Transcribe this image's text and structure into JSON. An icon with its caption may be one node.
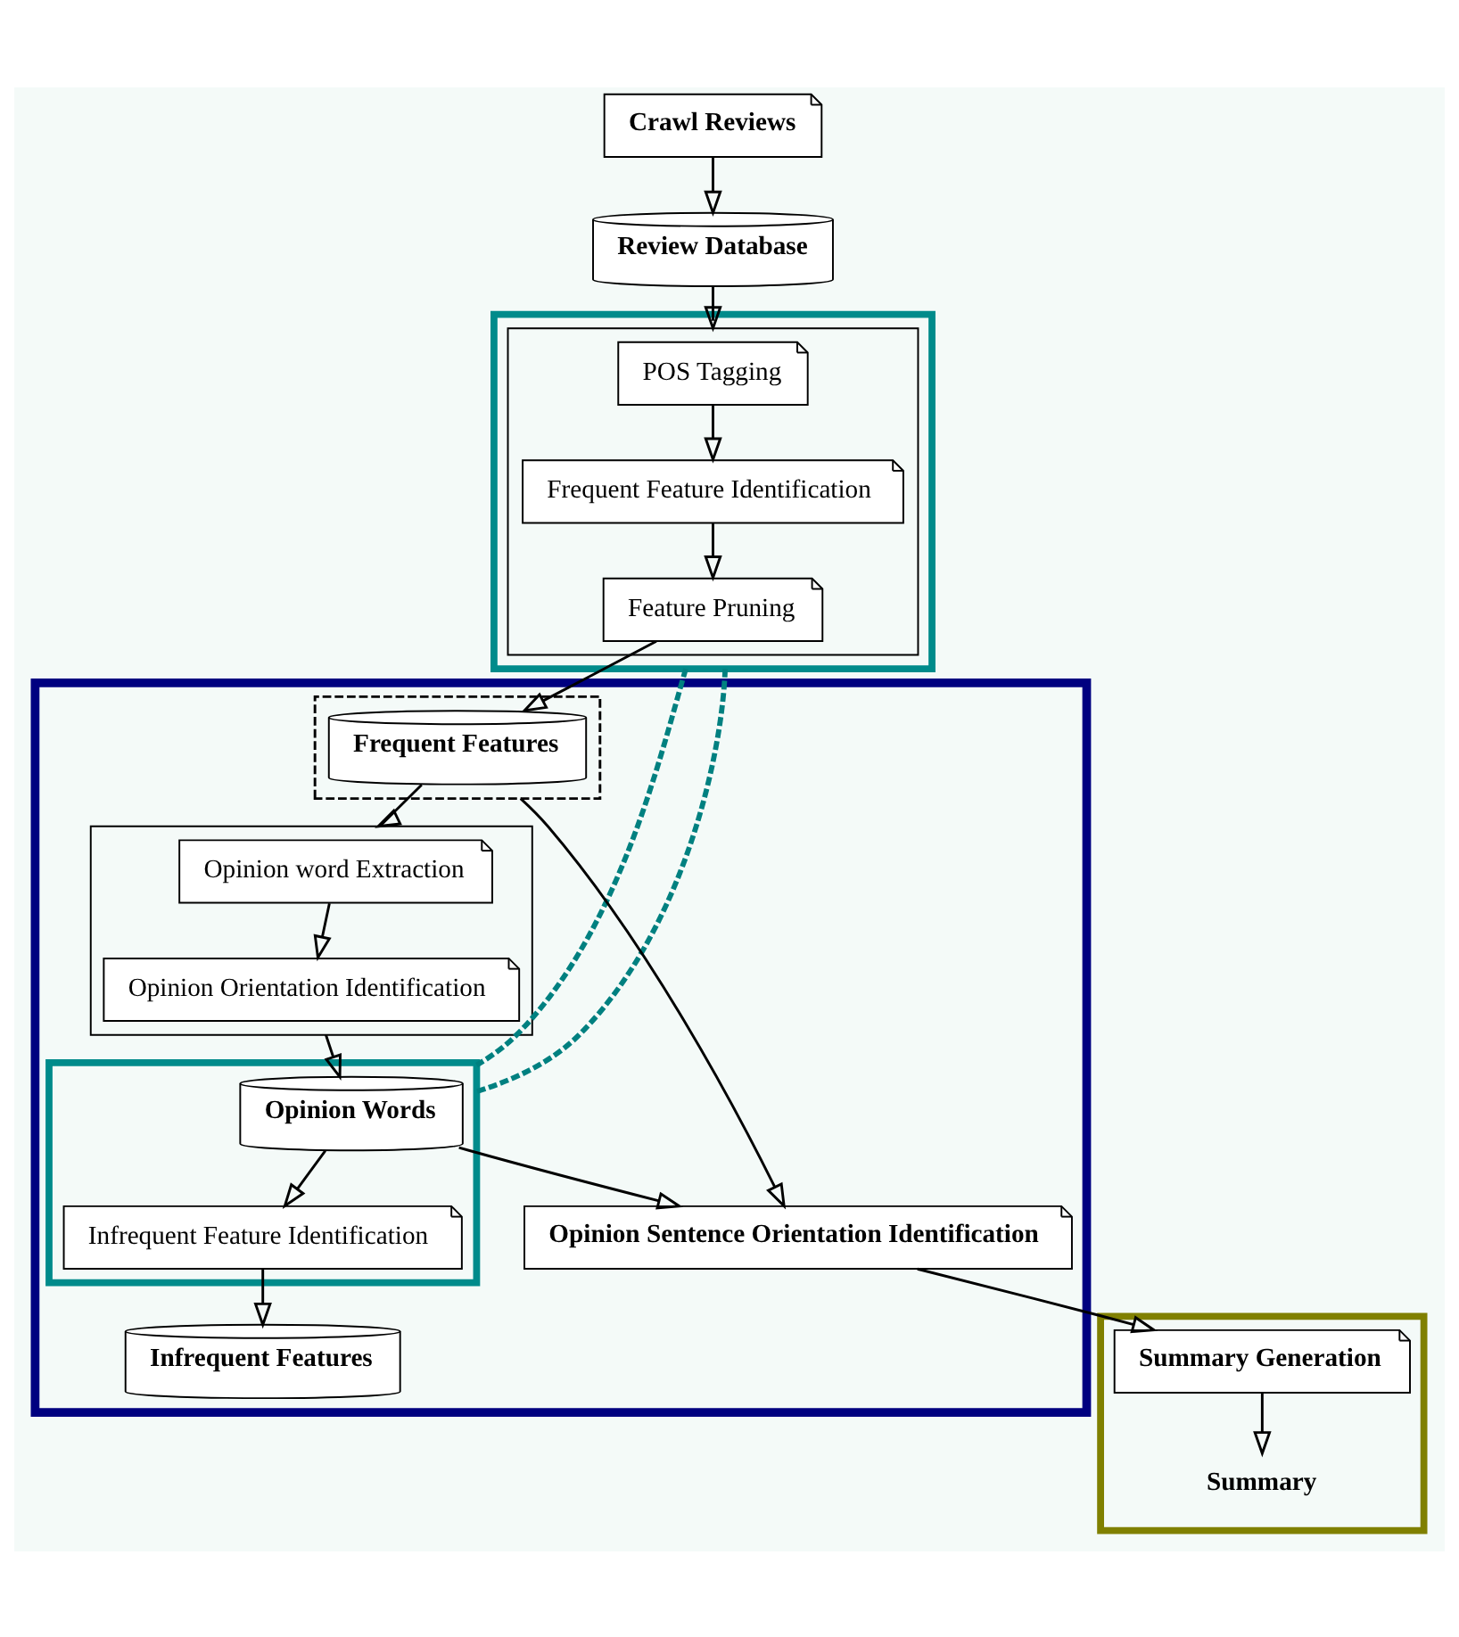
{
  "diagram": {
    "nodes": [
      {
        "text": [
          "Crawl Reviews"
        ]
      },
      {
        "text": [
          "Review Database"
        ]
      },
      {
        "text": [],
        "shape": "box"
      },
      {
        "text": [],
        "shape": "box",
        "in": 2
      },
      {
        "text": [
          "POS Tagging"
        ],
        "in": 3
      },
      {
        "text": [
          "Frequent Feature Identification"
        ],
        "in": 3
      },
      {
        "text": [
          "Feature Pruning"
        ],
        "in": 3
      },
      {
        "text": [],
        "shape": "box"
      },
      {
        "text": [],
        "shape": "box",
        "in": 7
      },
      {
        "text": [
          "Opinion word Extraction"
        ],
        "in": 8
      },
      {
        "text": [
          "Opinion Orientation Identification"
        ],
        "in": 8
      },
      {
        "text": [],
        "shape": "box",
        "in": 7
      },
      {
        "text": [
          "Frequent Features"
        ],
        "in": 11
      },
      {
        "text": [],
        "shape": "box",
        "in": 7
      },
      {
        "text": [
          "Opinion Words"
        ],
        "in": 13
      },
      {
        "text": [
          "Infrequent Feature Identification"
        ],
        "in": 13
      },
      {
        "text": [
          "Infrequent Features"
        ],
        "in": 7
      },
      {
        "text": [
          "Opinion Sentence Orientation Identification"
        ],
        "in": 7
      },
      {
        "text": [],
        "shape": "box"
      },
      {
        "text": [
          "Summary Generation"
        ],
        "in": 18
      },
      {
        "text": [
          "Summary"
        ],
        "in": 18
      }
    ],
    "edges": [
      {
        "from": 0,
        "to": 1,
        "arrow": "to"
      },
      {
        "from": 1,
        "to": 3,
        "arrow": "to"
      },
      {
        "from": 4,
        "to": 5,
        "arrow": "to"
      },
      {
        "from": 5,
        "to": 6,
        "arrow": "to"
      },
      {
        "from": 6,
        "to": 12,
        "arrow": "to"
      },
      {
        "from": 12,
        "to": 8,
        "arrow": "to"
      },
      {
        "from": 9,
        "to": 10,
        "arrow": "to"
      },
      {
        "from": 8,
        "to": 14,
        "arrow": "to"
      },
      {
        "from": 14,
        "to": 15,
        "arrow": "to"
      },
      {
        "from": 15,
        "to": 16,
        "arrow": "to"
      },
      {
        "from": 14,
        "to": 17,
        "arrow": "to"
      },
      {
        "from": 11,
        "to": 17,
        "arrow": "to"
      },
      {
        "from": 17,
        "to": 19,
        "arrow": "to"
      },
      {
        "from": 19,
        "to": 20,
        "arrow": "to"
      },
      {
        "from": 2,
        "to": 13,
        "arrow": "none",
        "style": "dashed",
        "color": "#008080"
      },
      {
        "from": 2,
        "to": 13,
        "arrow": "none",
        "style": "dashed",
        "color": "#008080"
      }
    ]
  }
}
